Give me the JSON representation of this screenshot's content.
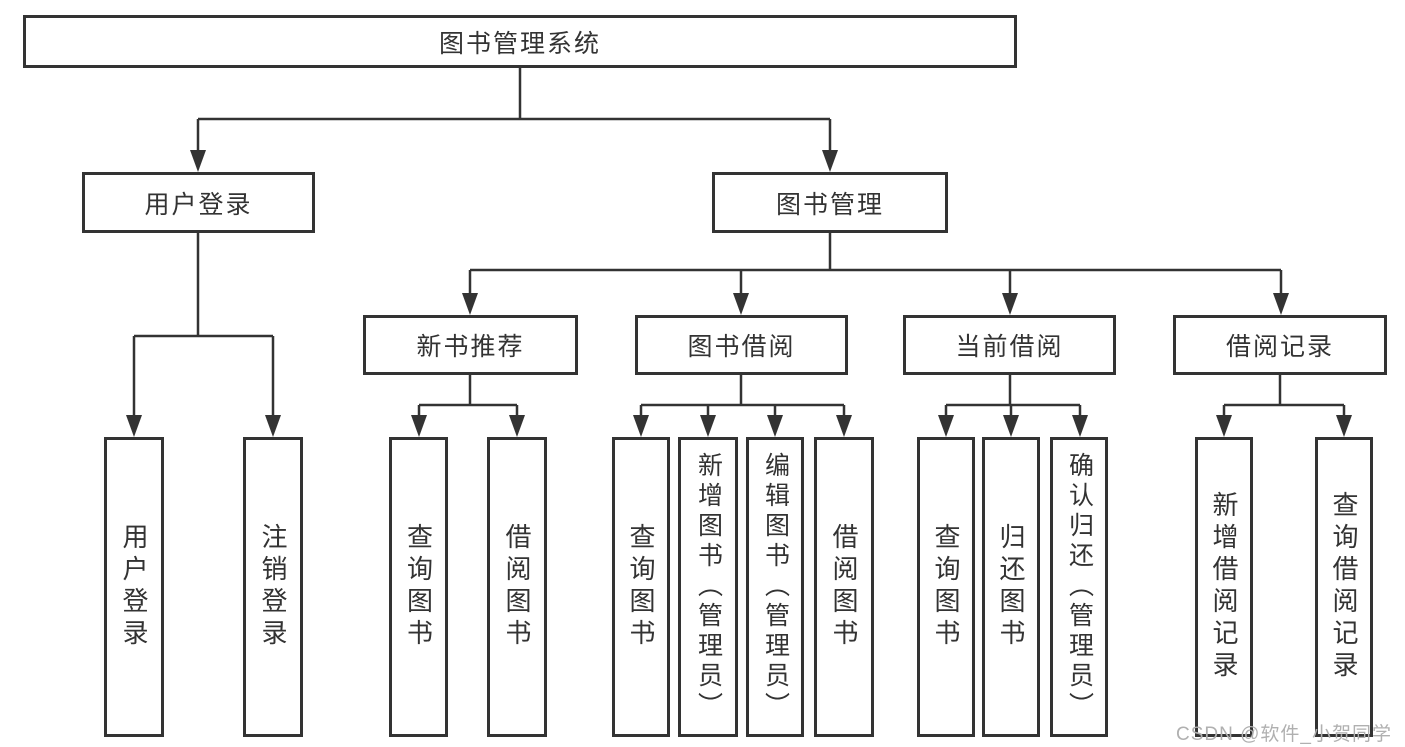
{
  "diagram_title": "图书管理系统",
  "tree": {
    "label": "图书管理系统",
    "children": [
      {
        "label": "用户登录",
        "children": [
          {
            "label": "用户登录"
          },
          {
            "label": "注销登录"
          }
        ]
      },
      {
        "label": "图书管理",
        "children": [
          {
            "label": "新书推荐",
            "children": [
              {
                "label": "查询图书"
              },
              {
                "label": "借阅图书"
              }
            ]
          },
          {
            "label": "图书借阅",
            "children": [
              {
                "label": "查询图书"
              },
              {
                "label": "新增图书（管理员）"
              },
              {
                "label": "编辑图书（管理员）"
              },
              {
                "label": "借阅图书"
              }
            ]
          },
          {
            "label": "当前借阅",
            "children": [
              {
                "label": "查询图书"
              },
              {
                "label": "归还图书"
              },
              {
                "label": "确认归还（管理员）"
              }
            ]
          },
          {
            "label": "借阅记录",
            "children": [
              {
                "label": "新增借阅记录"
              },
              {
                "label": "查询借阅记录"
              }
            ]
          }
        ]
      }
    ]
  },
  "watermark": {
    "text": "CSDN @软件_小贺同学"
  },
  "colors": {
    "line": "#333333",
    "text": "#333333",
    "background": "#ffffff",
    "watermark": "#b0b0b0"
  }
}
